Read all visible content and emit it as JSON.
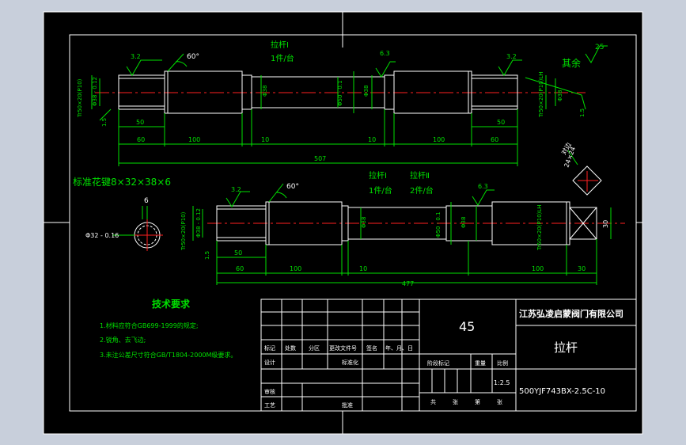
{
  "colors": {
    "background": "#000000",
    "outline": "#ffffff",
    "dimension": "#00e000",
    "centerline": "#ff2020",
    "surround": "#c8cfdb"
  },
  "part1": {
    "title": "拉杆Ⅰ",
    "qty": "1件/台",
    "angle": "60°",
    "rough_left": "3.2",
    "rough_mid": "6.3",
    "rough_right": "3.2",
    "rough_left_small": "3.2",
    "rough_right_small": "3.2",
    "chamfer_left": "1.5",
    "chamfer_right": "1.5",
    "thread_left": "Tr50×20(P10)",
    "dia_left": "Φ38 - 0.12",
    "thread_right": "Tr50×20(P10)LH",
    "dia_right": "Φ38",
    "dia_neck_left": "Φ38",
    "dia_center": "Φ50 - 0.1",
    "dia_neck_right": "Φ38",
    "other_label": "其余",
    "other_value": "25",
    "dim_50_left": "50",
    "dim_50_right": "50",
    "dim_60_left": "60",
    "dim_100_left": "100",
    "dim_10_left": "10",
    "dim_10_right": "10",
    "dim_100_right": "100",
    "dim_60_right": "60",
    "dim_total": "507"
  },
  "part2": {
    "spline_label": "标准花键8×32×38×6",
    "title_1": "拉杆Ⅰ",
    "qty_1": "1件/台",
    "title_2": "拉杆Ⅱ",
    "qty_2": "2件/台",
    "angle": "60°",
    "rough_left": "3.2",
    "rough_right": "6.3",
    "chamfer": "1.5",
    "thread_left": "Tr50×20(P10)",
    "dia_left": "Φ38 - 0.12",
    "thread_right": "Tr50×20(P10)LH",
    "dia_mid": "Φ38",
    "dia_center": "Φ50 - 0.1",
    "dia_neck": "Φ38",
    "dia_end": "30",
    "spline_width": "6",
    "spline_dia": "Φ32 - 0.16",
    "square_label": "24×24",
    "square_note": "对边",
    "dim_50": "50",
    "dim_60": "60",
    "dim_100_left": "100",
    "dim_10": "10",
    "dim_100_right": "100",
    "dim_30": "30",
    "dim_total": "477"
  },
  "tech": {
    "title": "技术要求",
    "req1": "1.材料应符合GB699-1999的规定;",
    "req2": "2.锐角、去飞边;",
    "req3": "3.未注公差尺寸符合GB/T1804-2000M级要求。"
  },
  "titleblock": {
    "material": "45",
    "company": "江苏弘凌启蒙阀门有限公司",
    "part_name": "拉杆",
    "drawing_no": "500YJF743BX-2.5C-10",
    "scale": "1:2.5",
    "labels": {
      "mark": "标记",
      "count": "处数",
      "zone": "分区",
      "change_doc": "更改文件号",
      "signature": "签名",
      "date": "年、月、日",
      "design": "设计",
      "standardization": "标准化",
      "review": "审核",
      "process": "工艺",
      "approve": "批准",
      "stage_mark": "阶段标记",
      "weight": "重量",
      "ratio": "比例",
      "total": "共",
      "sheet": "张",
      "page": "第",
      "sheet2": "张"
    }
  }
}
